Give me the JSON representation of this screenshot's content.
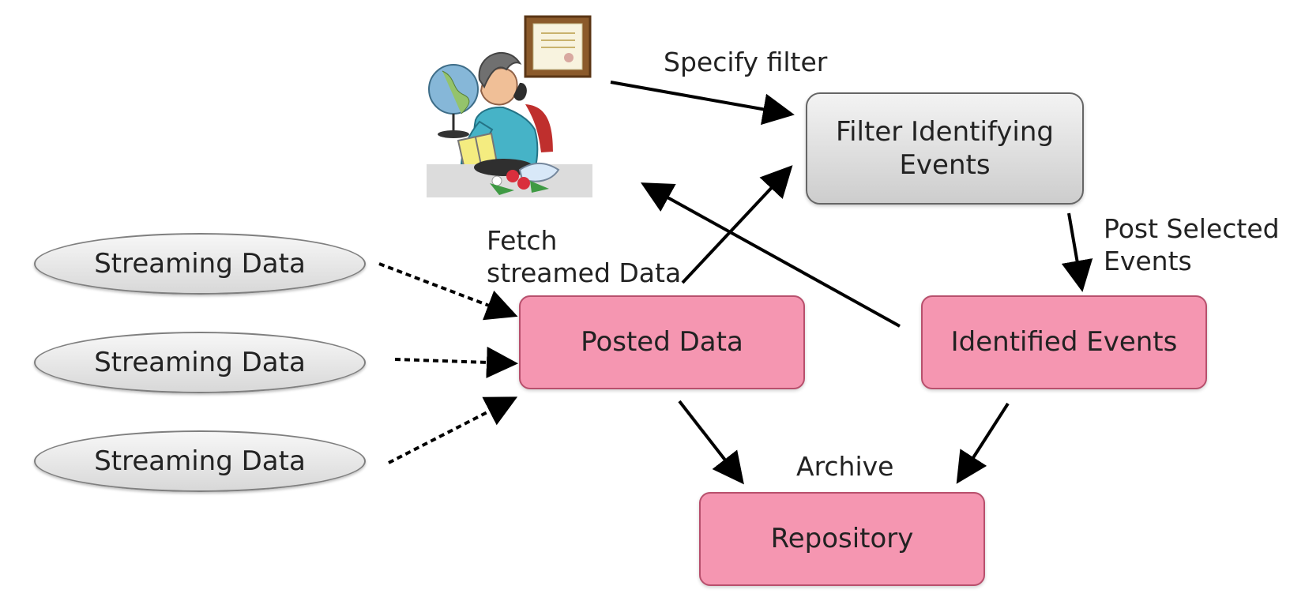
{
  "diagram": {
    "sources": [
      "Streaming Data",
      "Streaming Data",
      "Streaming Data"
    ],
    "nodes": {
      "posted_data": "Posted Data",
      "identified_events": "Identified Events",
      "repository": "Repository",
      "filter_line1": "Filter Identifying",
      "filter_line2": "Events"
    },
    "labels": {
      "specify_filter": "Specify filter",
      "fetch_line1": "Fetch",
      "fetch_line2": "streamed Data",
      "post_selected_line1": "Post Selected",
      "post_selected_line2": "Events",
      "archive": "Archive"
    },
    "icons": {
      "operator": "operator-clipart-icon"
    },
    "colors": {
      "pink_box": "#f596b1",
      "pink_border": "#b8506d",
      "gray_box": "#d8d8d8",
      "arrow": "#000000"
    }
  }
}
